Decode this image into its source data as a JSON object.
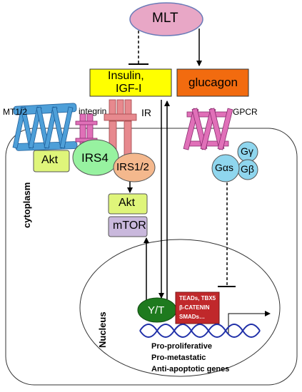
{
  "nodes": {
    "mlt": "MLT",
    "insulin": "Insulin,",
    "igf": "IGF-I",
    "glucagon": "glucagon",
    "mt12": "MT1/2",
    "integrin": "integrin",
    "ir": "IR",
    "gpcr": "GPCR",
    "akt_membrane": "Akt",
    "irs4": "IRS4",
    "irs12": "IRS1/2",
    "akt": "Akt",
    "mtor": "mTOR",
    "g_gamma": "Gγ",
    "g_alpha_s": "Gαs",
    "g_beta": "Gβ",
    "cytoplasm": "cytoplasm",
    "nucleus": "Nucleus",
    "yt": "Y/T",
    "tf_lines": [
      "TEADs, TBX5",
      "β-CATENIN",
      "SMADs…"
    ],
    "output_lines": [
      "Pro-proliferative",
      "Pro-metastatic",
      "Anti-apoptotic genes"
    ]
  },
  "colors": {
    "mlt_fill": "#e8a7c6",
    "mlt_stroke": "#6a7bb8",
    "insulin_fill": "#ffff00",
    "glucagon_fill": "#f26b0f",
    "receptor_blue": "#4e9fd8",
    "receptor_pink": "#e070b8",
    "ir_fill": "#e7898e",
    "akt_fill": "#dff57a",
    "irs4_fill": "#97f2a0",
    "irs12_fill": "#f4b88d",
    "mtor_fill": "#c9b8dc",
    "g_protein_fill": "#8fd6ee",
    "yt_fill": "#1e7a1e",
    "tf_fill": "#c0282b",
    "dna_blue": "#1f2fa8"
  }
}
